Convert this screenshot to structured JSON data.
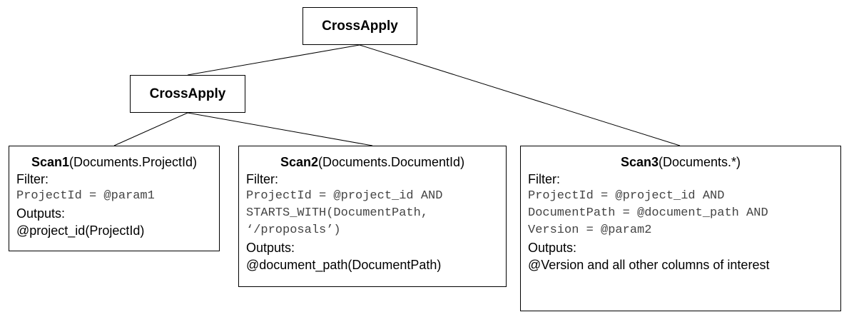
{
  "root": {
    "label": "CrossApply"
  },
  "inner": {
    "label": "CrossApply"
  },
  "scans": [
    {
      "name": "Scan1",
      "target": "(Documents.ProjectId)",
      "filter_label": "Filter:",
      "filter_lines": [
        "ProjectId = @param1"
      ],
      "outputs_label": "Outputs:",
      "outputs_lines": [
        "@project_id(ProjectId)"
      ]
    },
    {
      "name": "Scan2",
      "target": "(Documents.DocumentId)",
      "filter_label": "Filter:",
      "filter_lines": [
        "ProjectId = @project_id AND",
        "STARTS_WITH(DocumentPath,",
        "‘/proposals’)"
      ],
      "outputs_label": "Outputs:",
      "outputs_lines": [
        "@document_path(DocumentPath)"
      ]
    },
    {
      "name": "Scan3",
      "target": "(Documents.*)",
      "filter_label": "Filter:",
      "filter_lines": [
        "ProjectId = @project_id AND",
        "DocumentPath = @document_path AND",
        "Version = @param2"
      ],
      "outputs_label": "Outputs:",
      "outputs_lines": [
        "@Version and all other columns of interest"
      ]
    }
  ]
}
